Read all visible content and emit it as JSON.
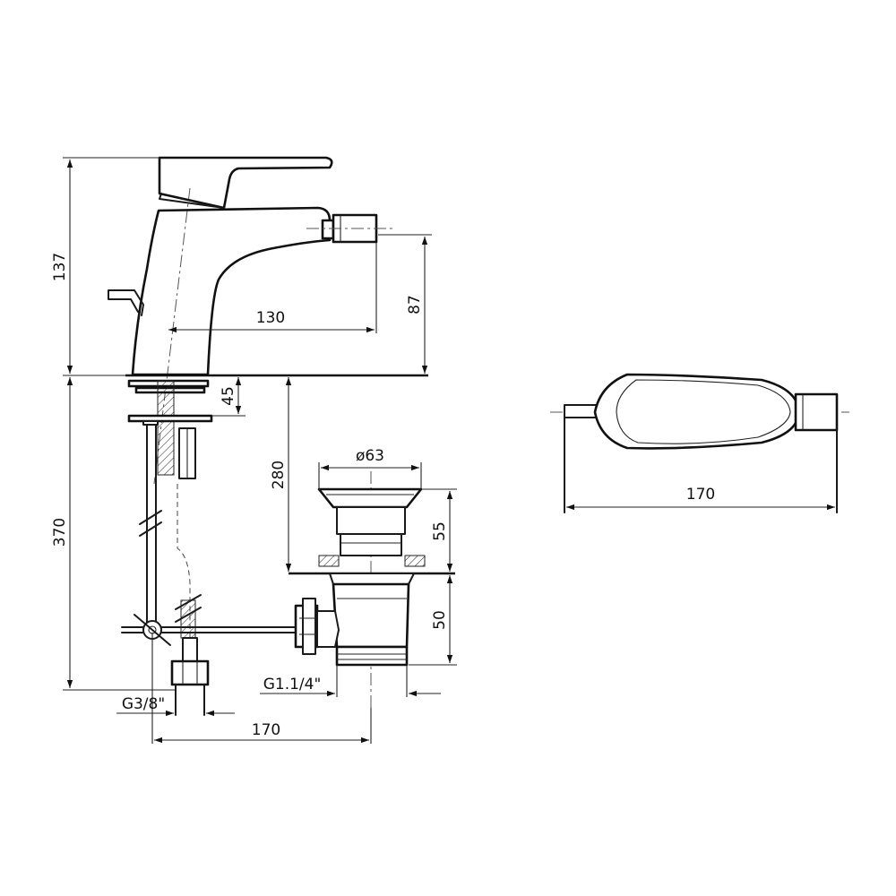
{
  "dimensions": {
    "total_height": "137",
    "outlet_height": "87",
    "spout_reach": "130",
    "shank_length": "45",
    "drain_depth": "280",
    "below_counter": "370",
    "drain_diameter": "ø63",
    "drain_upper": "55",
    "drain_lower": "50",
    "drain_thread": "G1.1/4\"",
    "supply_thread": "G3/8\"",
    "bottom_width": "170",
    "plan_length": "170"
  }
}
